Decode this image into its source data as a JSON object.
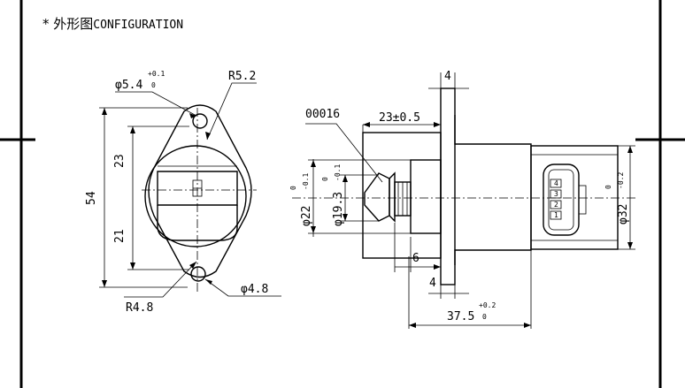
{
  "title": {
    "bullet": "*",
    "cn": "外形图",
    "en": "CONFIGURATION"
  },
  "front_view": {
    "hole_dia_base": "φ5.4",
    "hole_tol_upper": "+0.1",
    "hole_tol_lower": "0",
    "radius_top": "R5.2",
    "height_upper": "23",
    "height_total": "54",
    "height_lower": "21",
    "radius_bottom": "R4.8",
    "hole_dia_bottom": "φ4.8"
  },
  "side_view": {
    "flange_thk_top": "4",
    "part_marking": "00016",
    "length_23": "23±0.5",
    "dia_22": "φ22",
    "dia_22_tol_upper": "0",
    "dia_22_tol_lower": "-0.1",
    "dia_19": "φ19.3",
    "dia_19_tol_upper": "0",
    "dia_19_tol_lower": "-0.1",
    "dia_32": "φ32",
    "dia_32_tol_upper": "0",
    "dia_32_tol_lower": "-0.2",
    "dim_6": "6",
    "flange_thk_bottom": "4",
    "length_total": "37.5",
    "length_tol_upper": "+0.2",
    "length_tol_lower": "0",
    "pins": [
      "4",
      "3",
      "2",
      "1"
    ]
  }
}
